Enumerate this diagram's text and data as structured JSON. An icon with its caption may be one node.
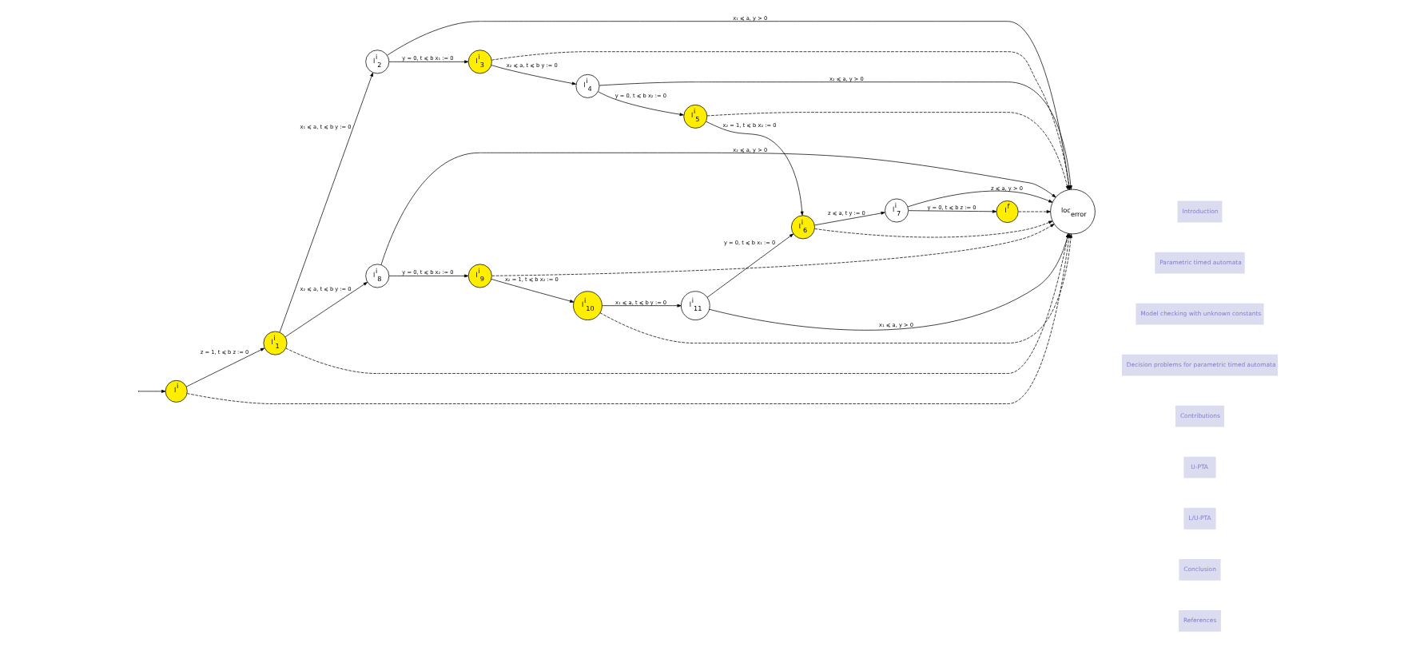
{
  "diagram": {
    "nodes": [
      {
        "text": [
          "l$^{i}$"
        ]
      },
      {
        "text": [
          "l$^{i}$$_{1}$"
        ]
      },
      {
        "text": [
          "l$^{i}$$_{2}$"
        ]
      },
      {
        "text": [
          "l$^{i}$$_{3}$"
        ]
      },
      {
        "text": [
          "l$^{i}$$_{4}$"
        ]
      },
      {
        "text": [
          "l$^{i}$$_{5}$"
        ]
      },
      {
        "text": [
          "l$^{i}$$_{6}$"
        ]
      },
      {
        "text": [
          "l$^{i}$$_{7}$"
        ]
      },
      {
        "text": [
          "l$^{i}$$_{8}$"
        ]
      },
      {
        "text": [
          "l$^{i}$$_{9}$"
        ]
      },
      {
        "text": [
          "l$^{i}$$_{10}$"
        ]
      },
      {
        "text": [
          "l$^{i}$$_{11}$"
        ]
      },
      {
        "text": [
          "l$^{f}$"
        ]
      },
      {
        "text": [
          "loc$_{error}$"
        ]
      }
    ],
    "edges": [
      {
        "from": null,
        "to": 0,
        "arrow": "to"
      },
      {
        "from": 0,
        "to": 1,
        "arrow": "to",
        "label": "z = 1, t ⩽ b z := 0"
      },
      {
        "from": 1,
        "to": 2,
        "arrow": "to",
        "label": "x₁ ⩽ a, t ⩽ b y := 0"
      },
      {
        "from": 1,
        "to": 8,
        "arrow": "to",
        "label": "x₂ ⩽ a, t ⩽ b y := 0"
      },
      {
        "from": 2,
        "to": 3,
        "arrow": "to",
        "label": "y = 0, t ⩽ b x₁ := 0"
      },
      {
        "from": 3,
        "to": 4,
        "arrow": "to",
        "label": "x₂ ⩽ a, t ⩽ b y := 0"
      },
      {
        "from": 4,
        "to": 5,
        "arrow": "to",
        "label": "y = 0, t ⩽ b x₂ := 0"
      },
      {
        "from": 5,
        "to": 6,
        "arrow": "to",
        "label": "x₂ = 1, t ⩽ b x₂ := 0"
      },
      {
        "from": 6,
        "to": 7,
        "arrow": "to",
        "label": "z ⩽ a, t y := 0"
      },
      {
        "from": 7,
        "to": 12,
        "arrow": "to",
        "label": "y = 0, t ⩽ b z := 0"
      },
      {
        "from": 8,
        "to": 9,
        "arrow": "to",
        "label": "y = 0, t ⩽ b x₂ := 0"
      },
      {
        "from": 9,
        "to": 10,
        "arrow": "to",
        "label": "x₂ = 1, t ⩽ b x₂ := 0"
      },
      {
        "from": 10,
        "to": 11,
        "arrow": "to",
        "label": "x₁ ⩽ a, t ⩽ b y := 0"
      },
      {
        "from": 11,
        "to": 6,
        "arrow": "to",
        "label": "y = 0, t ⩽ b x₁ := 0"
      },
      {
        "from": 2,
        "to": 13,
        "arrow": "to",
        "label": "x₁ ⩽ a, y > 0"
      },
      {
        "from": 4,
        "to": 13,
        "arrow": "to",
        "label": "x₂ ⩽ a, y > 0"
      },
      {
        "from": 8,
        "to": 13,
        "arrow": "to",
        "label": "x₂ ⩽ a, y > 0"
      },
      {
        "from": 11,
        "to": 13,
        "arrow": "to",
        "label": "x₁ ⩽ a, y > 0"
      },
      {
        "from": 7,
        "to": 13,
        "arrow": "to",
        "label": "z ⩽ a, y > 0"
      },
      {
        "from": 0,
        "to": 13,
        "arrow": "to",
        "style": "dashed"
      },
      {
        "from": 1,
        "to": 13,
        "arrow": "to",
        "style": "dashed"
      },
      {
        "from": 3,
        "to": 13,
        "arrow": "to",
        "style": "dashed"
      },
      {
        "from": 5,
        "to": 13,
        "arrow": "to",
        "style": "dashed"
      },
      {
        "from": 6,
        "to": 13,
        "arrow": "to",
        "style": "dashed"
      },
      {
        "from": 9,
        "to": 13,
        "arrow": "to",
        "style": "dashed"
      },
      {
        "from": 10,
        "to": 13,
        "arrow": "to",
        "style": "dashed"
      },
      {
        "from": 12,
        "to": 13,
        "arrow": "to",
        "style": "dashed"
      }
    ],
    "labels": [
      "Introduction",
      "Parametric timed automata",
      "Model checking with unknown constants",
      "Decision problems for parametric timed automata",
      "Contributions",
      "U-PTA",
      "L/U-PTA",
      "Conclusion",
      "References"
    ]
  }
}
